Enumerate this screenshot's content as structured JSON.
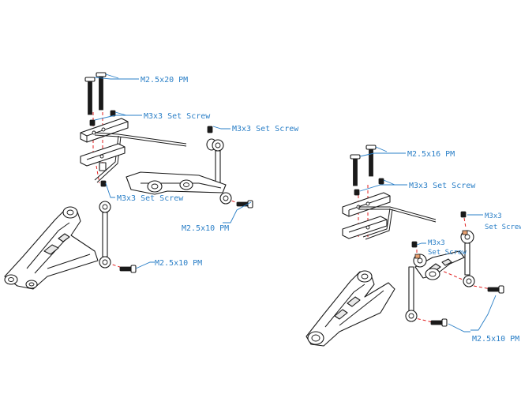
{
  "diagram": {
    "left_assembly": {
      "labels": {
        "screw_top": "M2.5x20 PM",
        "set_screw_mount": "M3x3 Set Screw",
        "set_screw_bar_end": "M3x3 Set Screw",
        "set_screw_link": "M3x3 Set Screw",
        "screw_link_upper": "M2.5x10 PM",
        "screw_link_lower": "M2.5x10 PM"
      }
    },
    "right_assembly": {
      "labels": {
        "screw_top": "M2.5x16 PM",
        "set_screw_mount": "M3x3 Set Screw",
        "set_screw_bar_end_line1": "M3x3",
        "set_screw_bar_end_line2": "Set Screw",
        "set_screw_link_line1": "M3x3",
        "set_screw_link_line2": "Set Screw",
        "screw_link": "M2.5x10 PM"
      }
    },
    "colors": {
      "label_text": "#2a7fc7",
      "leader_line": "#2a7fc7",
      "guide_line": "#e02020",
      "line_art": "#1a1a1a"
    }
  }
}
